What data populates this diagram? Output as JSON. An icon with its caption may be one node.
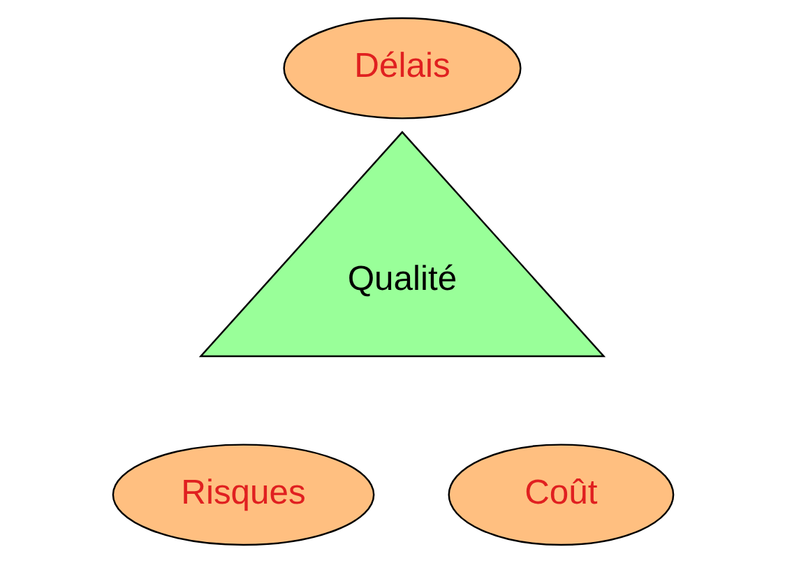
{
  "diagram": {
    "nodes": [
      {
        "text": [
          "Délais"
        ]
      },
      {
        "text": [
          "Qualité"
        ]
      },
      {
        "text": [
          "Risques"
        ]
      },
      {
        "text": [
          "Coût"
        ]
      }
    ]
  }
}
